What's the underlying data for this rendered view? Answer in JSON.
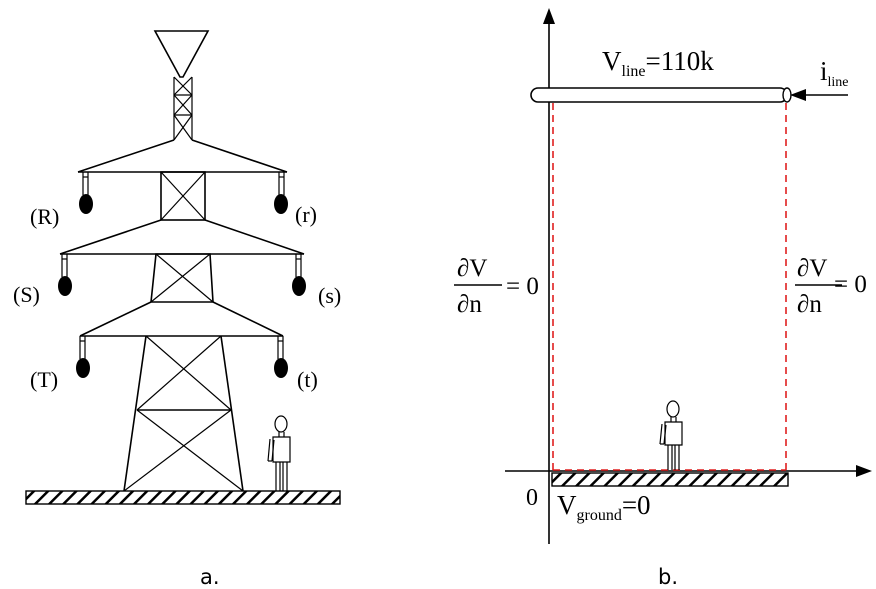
{
  "panel_a": {
    "caption": "a.",
    "phase_labels": {
      "R": "(R)",
      "r": "(r)",
      "S": "(S)",
      "s": "(s)",
      "T": "(T)",
      "t": "(t)"
    }
  },
  "panel_b": {
    "caption": "b.",
    "line_voltage": {
      "main": "V",
      "sub": "line",
      "rest": "=110k"
    },
    "line_current": {
      "main": "i",
      "sub": "line"
    },
    "bc_left": {
      "num": "∂V",
      "den": "∂n",
      "rhs": "= 0"
    },
    "bc_right": {
      "num": "∂V",
      "den": "∂n",
      "rhs": "= 0"
    },
    "origin": "0",
    "ground_voltage": {
      "main": "V",
      "sub": "ground",
      "rest": "=0"
    },
    "boundary_color": "#e02020"
  }
}
